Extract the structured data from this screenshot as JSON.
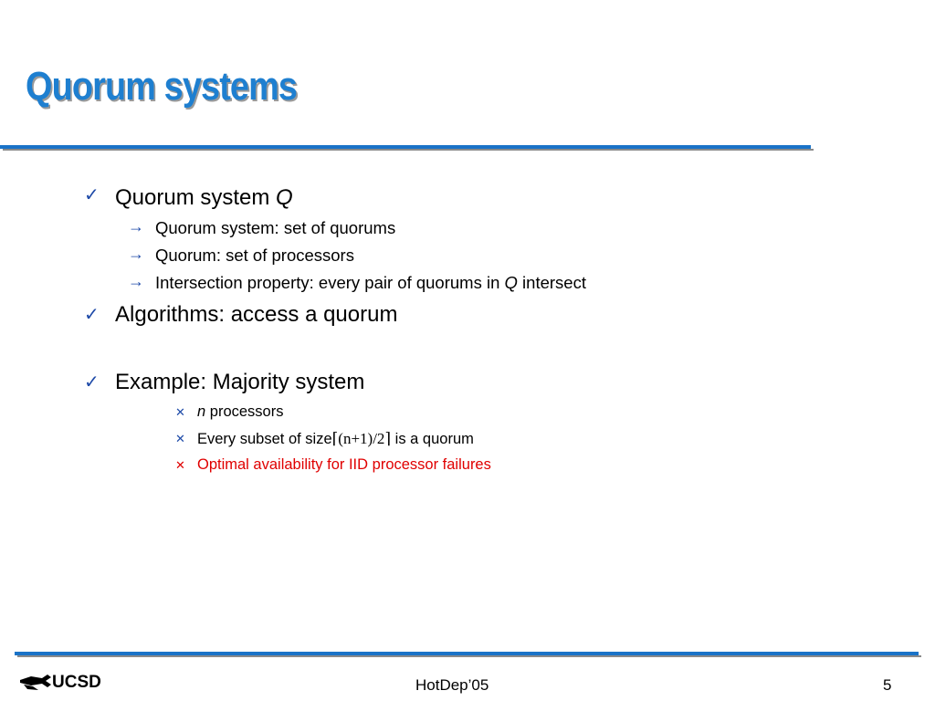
{
  "slide": {
    "title": "Quorum systems",
    "footer_center": "HotDep’05",
    "page_number": "5",
    "logo_text": "UCSD"
  },
  "bullets": {
    "b1": {
      "text": "Quorum system ",
      "var": "Q"
    },
    "b1_1": "Quorum system: set of quorums",
    "b1_2": "Quorum: set of processors",
    "b1_3": {
      "text": "Intersection property: every pair of quorums in ",
      "var": "Q",
      "tail": " intersect"
    },
    "b2": "Algorithms: access a quorum",
    "b3": "Example: Majority system",
    "b3_1": {
      "var": "n",
      "text": " processors"
    },
    "b3_2": {
      "text": "Every subset of size",
      "ceil_left": "⌈",
      "expr": "(n+1)/2",
      "ceil_right": "⌉",
      "tail": " is a quorum"
    },
    "b3_3": "Optimal availability for IID processor failures"
  },
  "colors": {
    "title": "#1e7fd0",
    "rule": "#1a73c8",
    "bullet_marks": "#1e4aa8",
    "highlight": "#e00000"
  },
  "icons": {
    "level1": "checkmark-icon",
    "level2": "right-arrow-icon",
    "level3": "cross-icon"
  }
}
